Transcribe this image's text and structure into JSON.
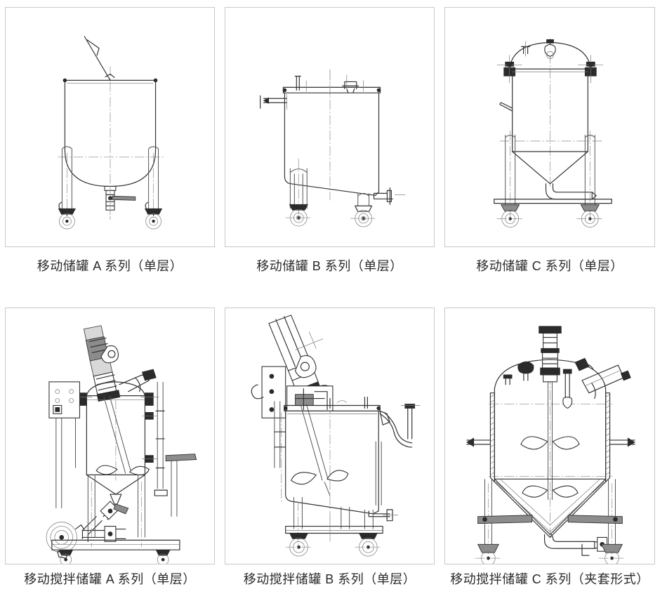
{
  "page": {
    "layout": "3-column product grid, 2 rows",
    "background_color": "#ffffff",
    "card_border_color": "#c9c9c9",
    "caption_color": "#2a2a2a",
    "line_color": "#333333"
  },
  "products": [
    {
      "id": "tank-a-single",
      "caption": "移动储罐 A 系列（单层）",
      "drawing_name": "mobile-storage-tank-a-drawing",
      "features": [
        "圆柱罐体",
        "碟形底",
        "两支腿",
        "脚轮",
        "底部出料阀",
        "顶部提手"
      ]
    },
    {
      "id": "tank-b-single",
      "caption": "移动储罐 B 系列（单层）",
      "drawing_name": "mobile-storage-tank-b-drawing",
      "features": [
        "方形罐体",
        "斜底",
        "侧出料口",
        "顶部接管",
        "脚轮"
      ]
    },
    {
      "id": "tank-c-single",
      "caption": "移动储罐 C 系列（单层）",
      "drawing_name": "mobile-storage-tank-c-drawing",
      "features": [
        "拱形封头",
        "快开卡箍",
        "锥形底",
        "弯管出料",
        "横梁支架",
        "脚轮"
      ]
    },
    {
      "id": "mixing-tank-a-single",
      "caption": "移动搅拌储罐 A 系列（单层）",
      "drawing_name": "mobile-mixing-tank-a-drawing",
      "features": [
        "斜置电机减速机",
        "搅拌桨",
        "控制箱",
        "离心泵",
        "管路",
        "锥形底",
        "底架脚轮"
      ]
    },
    {
      "id": "mixing-tank-b-single",
      "caption": "移动搅拌储罐 B 系列（单层）",
      "drawing_name": "mobile-mixing-tank-b-drawing",
      "features": [
        "方形罐体",
        "斜置电机",
        "斜搅拌轴",
        "桨叶",
        "侧弯管",
        "斜底",
        "脚轮"
      ]
    },
    {
      "id": "mixing-tank-c-jacket",
      "caption": "移动搅拌储罐 C 系列（夹套形式）",
      "drawing_name": "mobile-mixing-tank-c-drawing",
      "features": [
        "夹套罐体",
        "立式电机",
        "双层搅拌桨",
        "人孔",
        "锥形底",
        "夹套进出口",
        "脚轮"
      ]
    }
  ]
}
